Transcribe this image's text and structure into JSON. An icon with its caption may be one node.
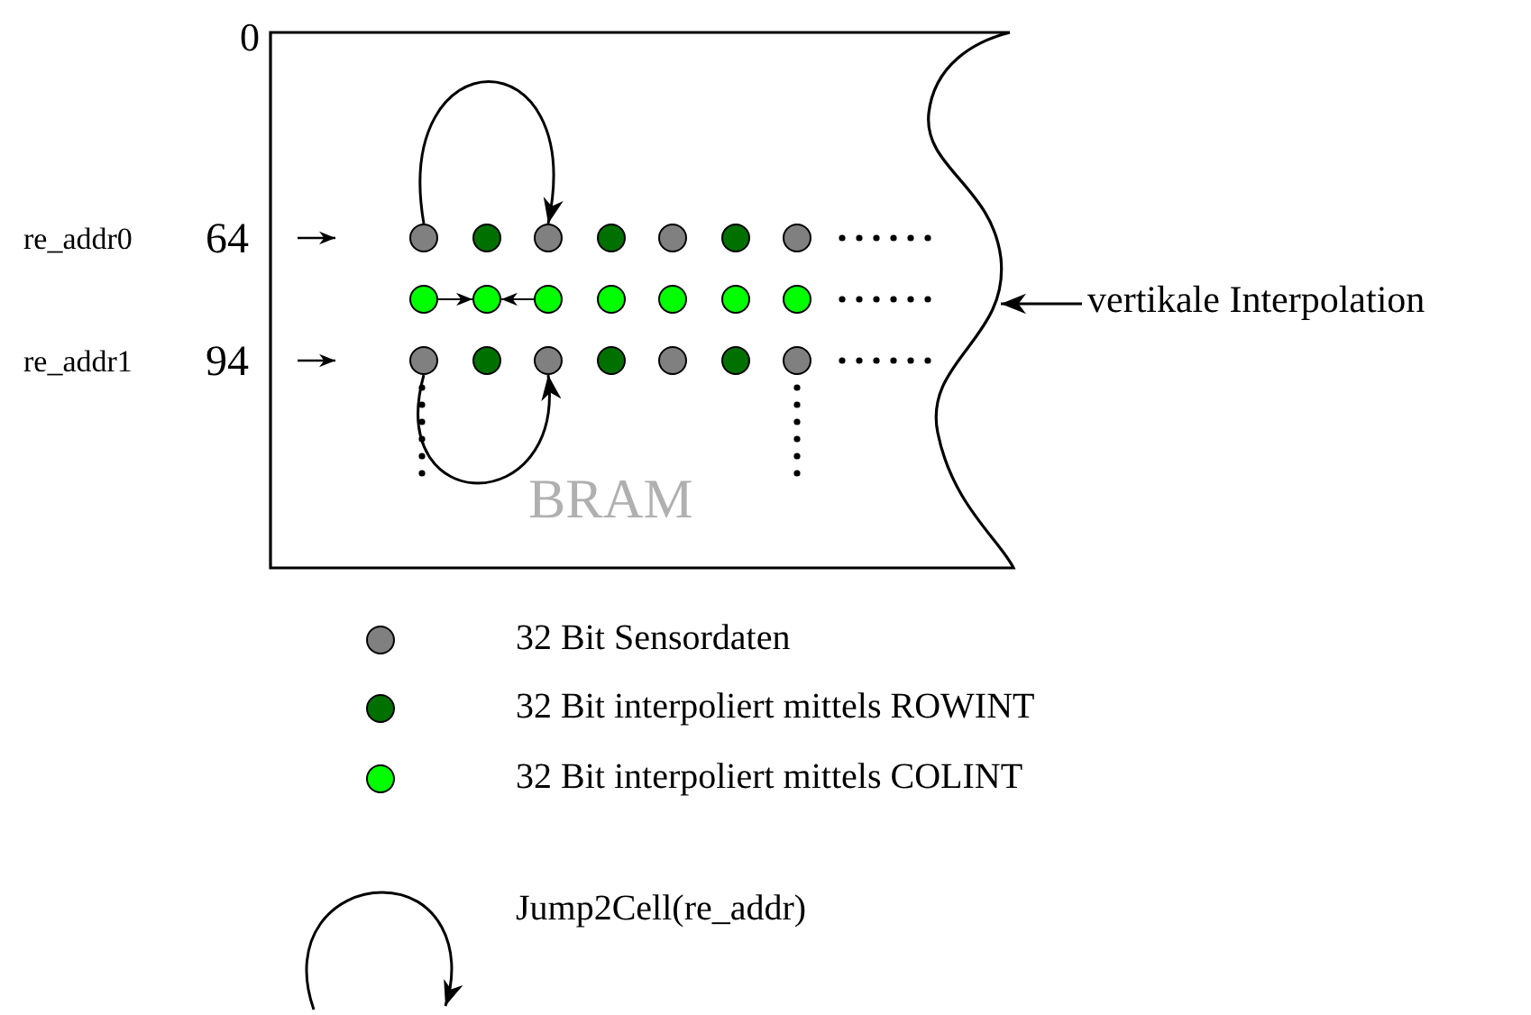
{
  "diagram": {
    "nodes": [
      {
        "text": [
          "BRAM"
        ]
      },
      {
        "text": [],
        "shape": "circle",
        "in": 0
      },
      {
        "text": [],
        "shape": "circle",
        "in": 0
      },
      {
        "text": [],
        "shape": "circle",
        "in": 0
      },
      {
        "text": [],
        "shape": "circle",
        "in": 0
      },
      {
        "text": [],
        "shape": "circle",
        "in": 0
      },
      {
        "text": [],
        "shape": "circle",
        "in": 0
      },
      {
        "text": [],
        "shape": "circle",
        "in": 0
      },
      {
        "text": [],
        "shape": "circle",
        "in": 0
      },
      {
        "text": [],
        "shape": "circle",
        "in": 0
      },
      {
        "text": [],
        "shape": "circle",
        "in": 0
      },
      {
        "text": [],
        "shape": "circle",
        "in": 0
      },
      {
        "text": [],
        "shape": "circle",
        "in": 0
      },
      {
        "text": [],
        "shape": "circle",
        "in": 0
      },
      {
        "text": [],
        "shape": "circle",
        "in": 0
      },
      {
        "text": [],
        "shape": "circle",
        "in": 0
      },
      {
        "text": [],
        "shape": "circle",
        "in": 0
      },
      {
        "text": [],
        "shape": "circle",
        "in": 0
      },
      {
        "text": [],
        "shape": "circle",
        "in": 0
      },
      {
        "text": [],
        "shape": "circle",
        "in": 0
      },
      {
        "text": [],
        "shape": "circle",
        "in": 0
      },
      {
        "text": [],
        "shape": "circle",
        "in": 0
      },
      {
        "text": [
          "vertikale Interpolation"
        ]
      }
    ],
    "edges": [
      {
        "from": 1,
        "to": 3,
        "arrow": "to"
      },
      {
        "from": 15,
        "to": 17,
        "arrow": "to"
      },
      {
        "from": 8,
        "to": 9,
        "arrow": "to"
      },
      {
        "from": 10,
        "to": 9,
        "arrow": "to"
      },
      {
        "from": 22,
        "to": 0,
        "arrow": "to"
      }
    ],
    "labels": [
      "0",
      "re_addr0",
      "64",
      "re_addr1",
      "94"
    ],
    "legend": [
      {
        "text": "32 Bit Sensordaten",
        "color": "#808080"
      },
      {
        "text": "32 Bit interpoliert mittels ROWINT",
        "color": "#007000"
      },
      {
        "text": "32 Bit interpoliert mittels COLINT",
        "color": "#00ff00"
      },
      {
        "text": "Jump2Cell(re_addr)"
      }
    ]
  }
}
